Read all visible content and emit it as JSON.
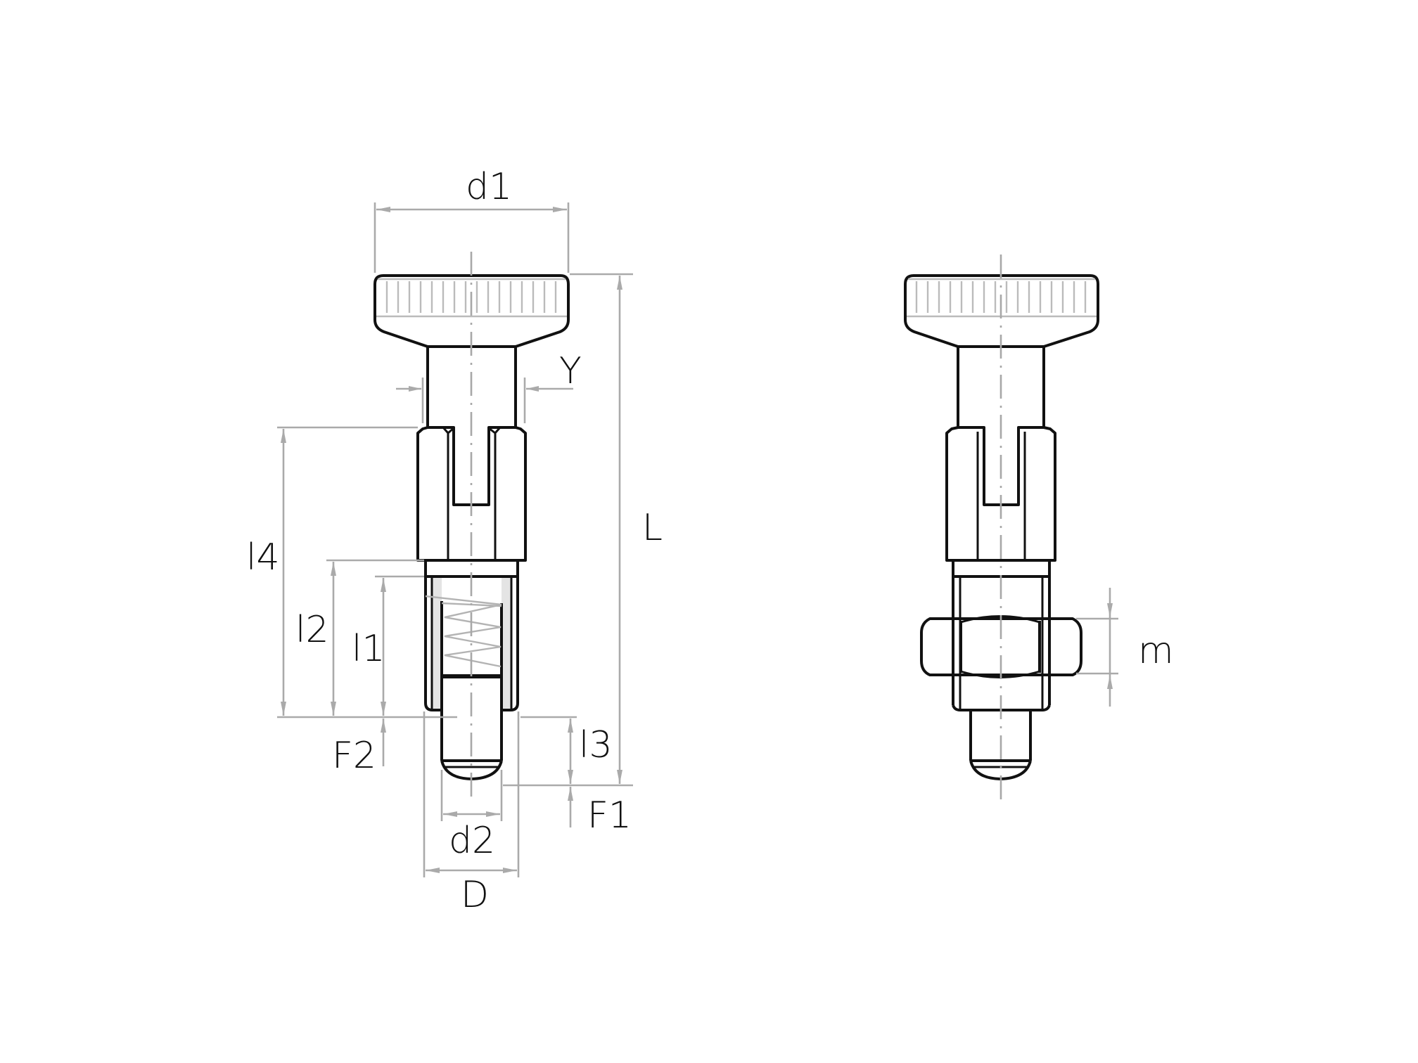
{
  "drawing": {
    "title": "Indexing plunger technical drawing",
    "colors": {
      "outline": "#111111",
      "dimension": "#aaaaaa",
      "background": "#ffffff"
    },
    "views": [
      {
        "name": "front-view-with-section",
        "features": [
          "knurled knob",
          "shaft",
          "slotted hex body",
          "spring",
          "plunger pin"
        ]
      },
      {
        "name": "side-view-with-locknut",
        "features": [
          "knurled knob",
          "shaft",
          "slotted hex body",
          "hex lock nut",
          "plunger pin"
        ]
      }
    ],
    "dimensions": {
      "d1": "d1",
      "Y": "Y",
      "L": "L",
      "l4": "l4",
      "l2": "l2",
      "l1": "l1",
      "F2": "F2",
      "l3": "l3",
      "F1": "F1",
      "d2": "d2",
      "D": "D",
      "m": "m"
    }
  }
}
